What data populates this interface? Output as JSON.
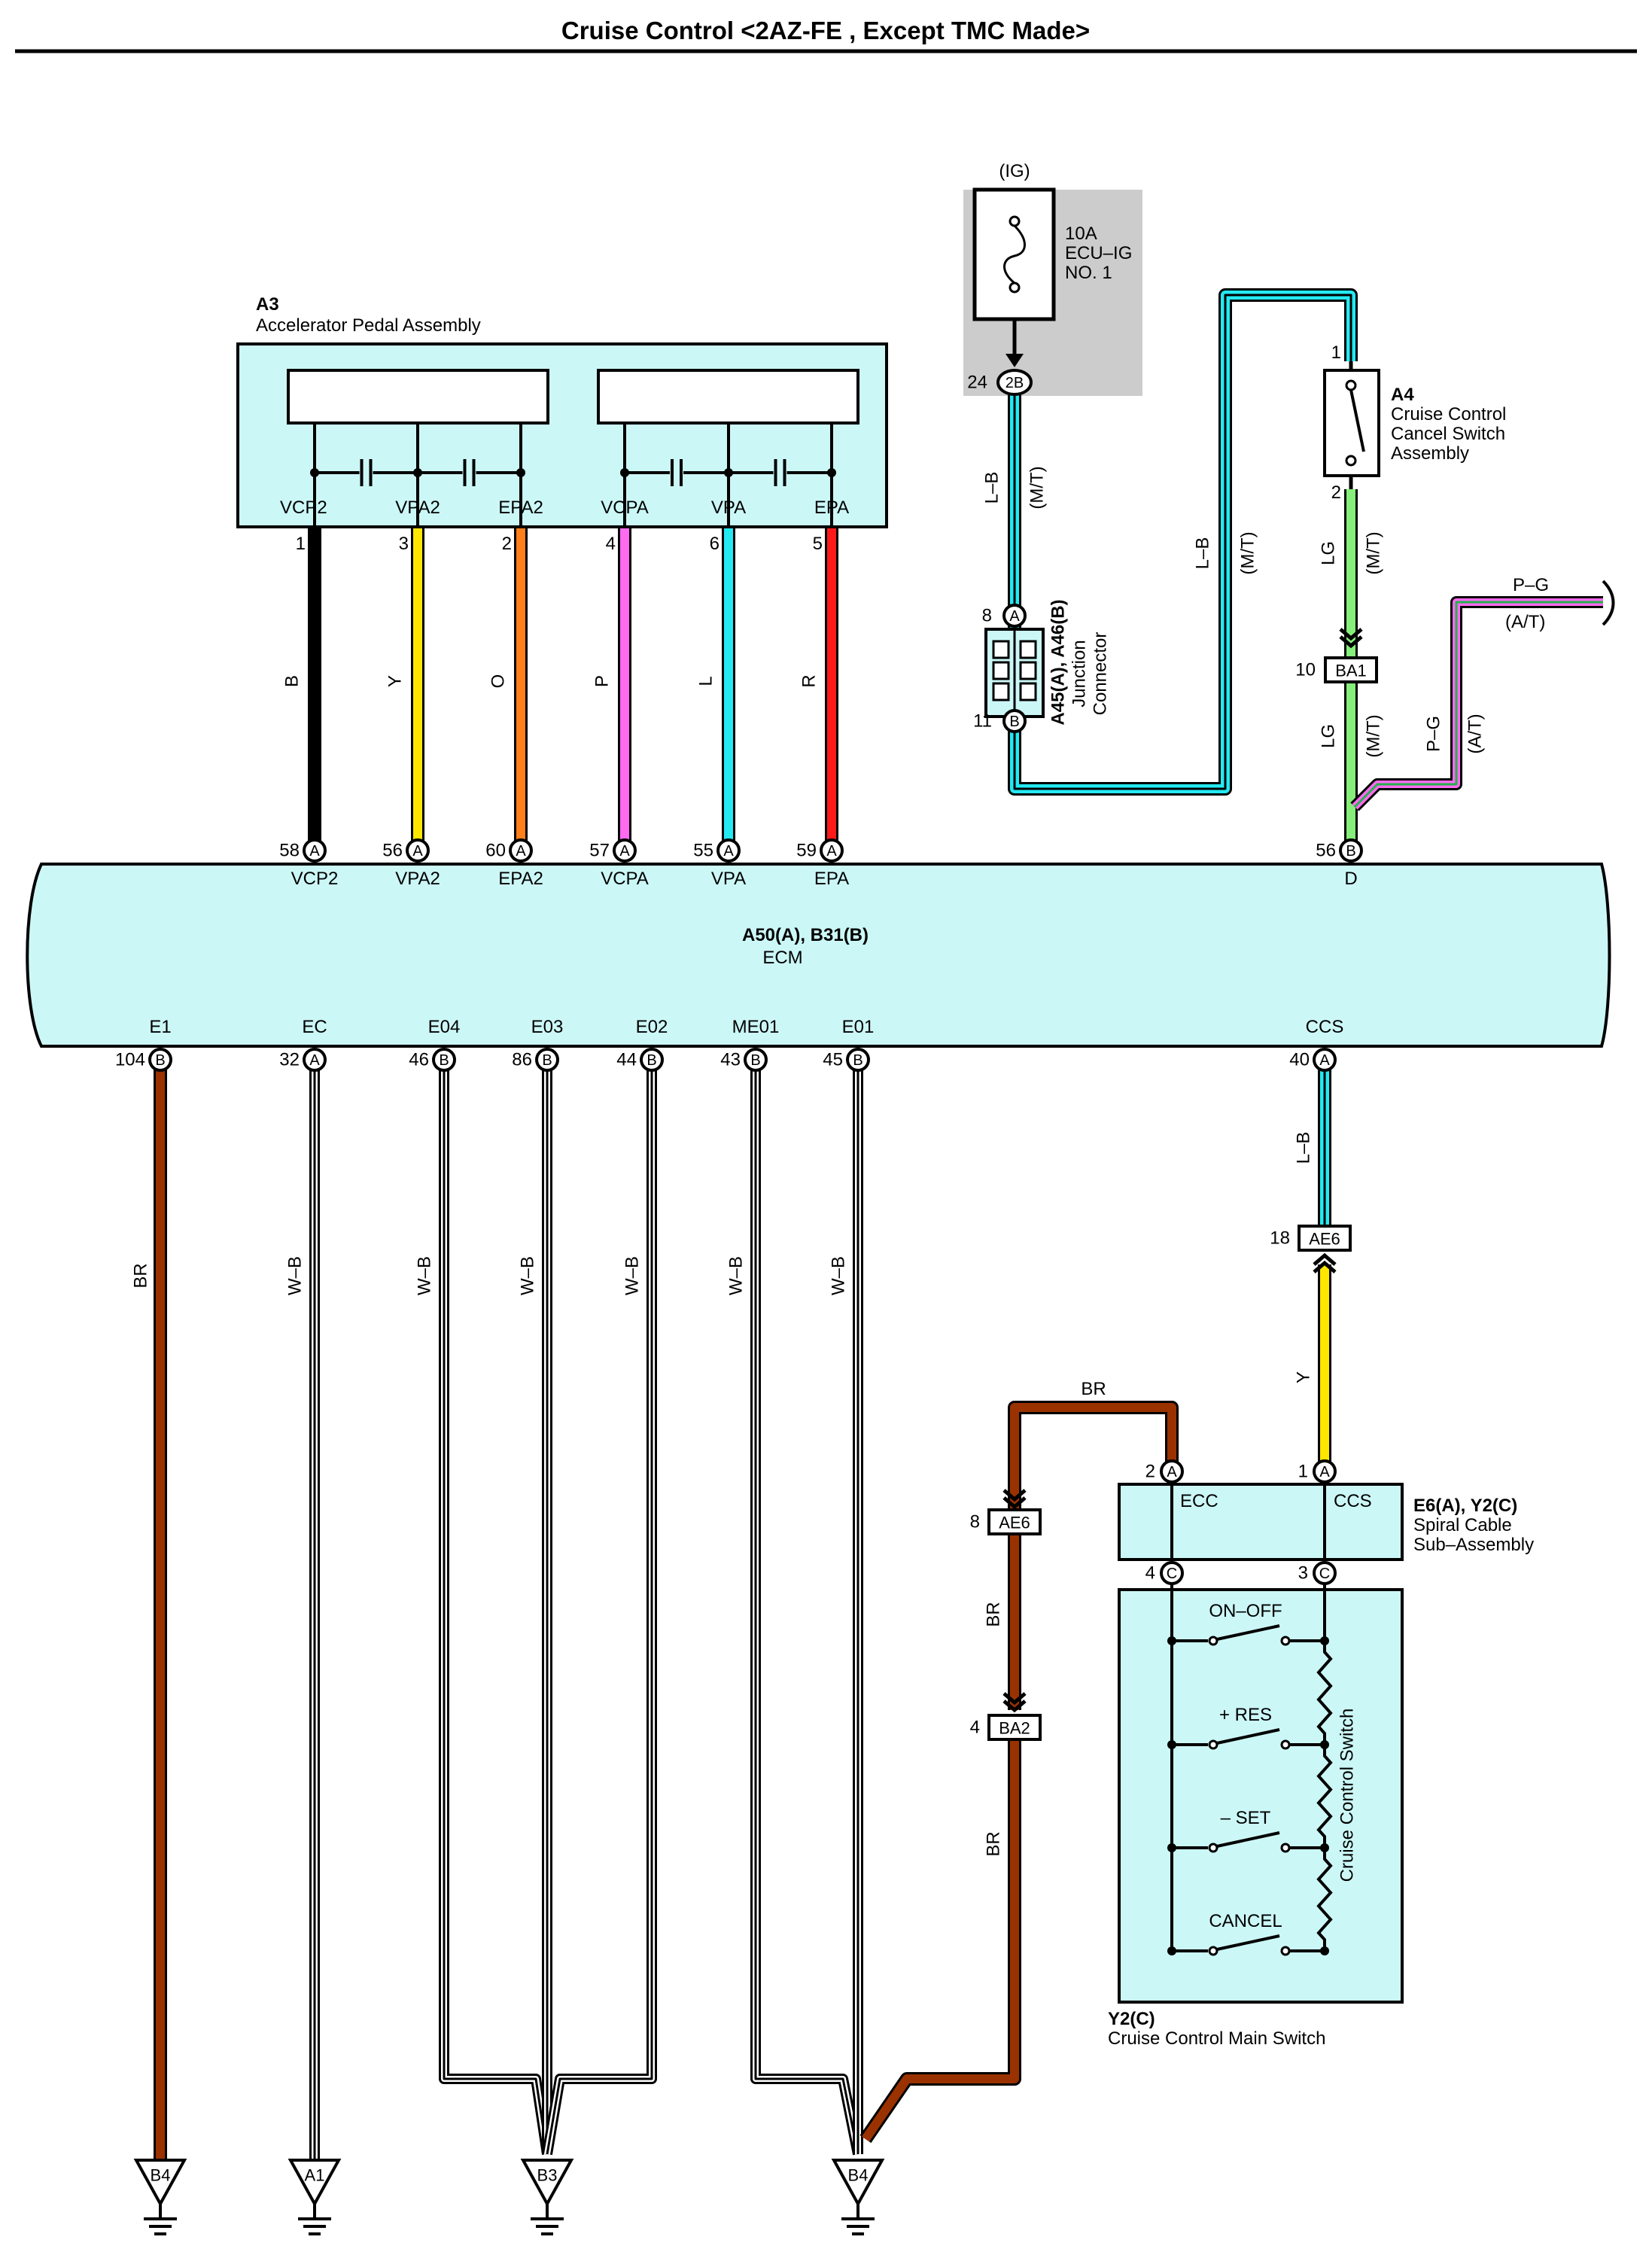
{
  "title": "Cruise Control <2AZ-FE , Except TMC Made>",
  "colors": {
    "box_fill": "#ccf7f7",
    "fuse_bg": "#cccccc",
    "B": "#000000",
    "Y": "#ffe600",
    "O": "#ff7f1a",
    "P": "#ff6bf0",
    "L": "#23e9f2",
    "R": "#ff1a1a",
    "LG": "#85ef7a",
    "BR": "#9a3200",
    "W": "#ffffff",
    "G": "#22b24c"
  },
  "fuse": {
    "source": "(IG)",
    "rating": "10A",
    "name": "ECU–IG",
    "number": "NO. 1",
    "pin": "24",
    "connector": "2B"
  },
  "a3": {
    "code": "A3",
    "name": "Accelerator Pedal Assembly",
    "terms": [
      {
        "name": "VCP2",
        "pin": "1",
        "wire": "B",
        "ecm_pin": "58",
        "ecm_conn": "A"
      },
      {
        "name": "VPA2",
        "pin": "3",
        "wire": "Y",
        "ecm_pin": "56",
        "ecm_conn": "A"
      },
      {
        "name": "EPA2",
        "pin": "2",
        "wire": "O",
        "ecm_pin": "60",
        "ecm_conn": "A"
      },
      {
        "name": "VCPA",
        "pin": "4",
        "wire": "P",
        "ecm_pin": "57",
        "ecm_conn": "A"
      },
      {
        "name": "VPA",
        "pin": "6",
        "wire": "L",
        "ecm_pin": "55",
        "ecm_conn": "A"
      },
      {
        "name": "EPA",
        "pin": "5",
        "wire": "R",
        "ecm_pin": "59",
        "ecm_conn": "A"
      }
    ]
  },
  "junction": {
    "code": "A45(A), A46(B)",
    "name1": "Junction",
    "name2": "Connector",
    "pin_top": "8",
    "conn_top": "A",
    "pin_bottom": "11",
    "conn_bottom": "B",
    "wire_upper": "L–B",
    "wire_upper_note": "(M/T)",
    "wire_right": "L–B",
    "wire_right_note": "(M/T)"
  },
  "a4": {
    "code": "A4",
    "name1": "Cruise Control",
    "name2": "Cancel Switch",
    "name3": "Assembly",
    "pin_top": "1",
    "pin_bottom": "2",
    "wire": "LG",
    "wire_note": "(M/T)"
  },
  "ba1": {
    "pin": "10",
    "code": "BA1",
    "wire": "LG",
    "wire_note": "(M/T)"
  },
  "pg": {
    "wire": "P–G",
    "note": "(A/T)"
  },
  "ecm": {
    "code": "A50(A), B31(B)",
    "name": "ECM",
    "top_d": {
      "name": "D",
      "pin": "56",
      "conn": "B"
    },
    "bottom": [
      {
        "name": "E1",
        "pin": "104",
        "conn": "B",
        "wire": "BR"
      },
      {
        "name": "EC",
        "pin": "32",
        "conn": "A",
        "wire": "W–B"
      },
      {
        "name": "E04",
        "pin": "46",
        "conn": "B",
        "wire": "W–B"
      },
      {
        "name": "E03",
        "pin": "86",
        "conn": "B",
        "wire": "W–B"
      },
      {
        "name": "E02",
        "pin": "44",
        "conn": "B",
        "wire": "W–B"
      },
      {
        "name": "ME01",
        "pin": "43",
        "conn": "B",
        "wire": "W–B"
      },
      {
        "name": "E01",
        "pin": "45",
        "conn": "B",
        "wire": "W–B"
      }
    ],
    "ccs": {
      "name": "CCS",
      "pin": "40",
      "conn": "A",
      "wire": "L–B"
    }
  },
  "ae6_top": {
    "pin": "18",
    "code": "AE6",
    "wire_below": "Y"
  },
  "ae6_left": {
    "pin": "8",
    "code": "AE6",
    "wire_top": "BR",
    "wire_below": "BR"
  },
  "ba2": {
    "pin": "4",
    "code": "BA2",
    "wire_below": "BR"
  },
  "spiral": {
    "code": "E6(A), Y2(C)",
    "name1": "Spiral Cable",
    "name2": "Sub–Assembly",
    "ecc": "ECC",
    "ccs": "CCS",
    "pin_ecc": "2",
    "conn_ecc": "A",
    "pin_ccs": "1",
    "conn_ccs": "A",
    "pin_c4": "4",
    "conn_c4": "C",
    "pin_c3": "3",
    "conn_c3": "C"
  },
  "main_switch": {
    "code": "Y2(C)",
    "name": "Cruise Control Main Switch",
    "inner": "Cruise Control Switch",
    "switches": [
      "ON–OFF",
      "+ RES",
      "– SET",
      "CANCEL"
    ]
  },
  "grounds": [
    "B4",
    "A1",
    "B3",
    "B4"
  ]
}
